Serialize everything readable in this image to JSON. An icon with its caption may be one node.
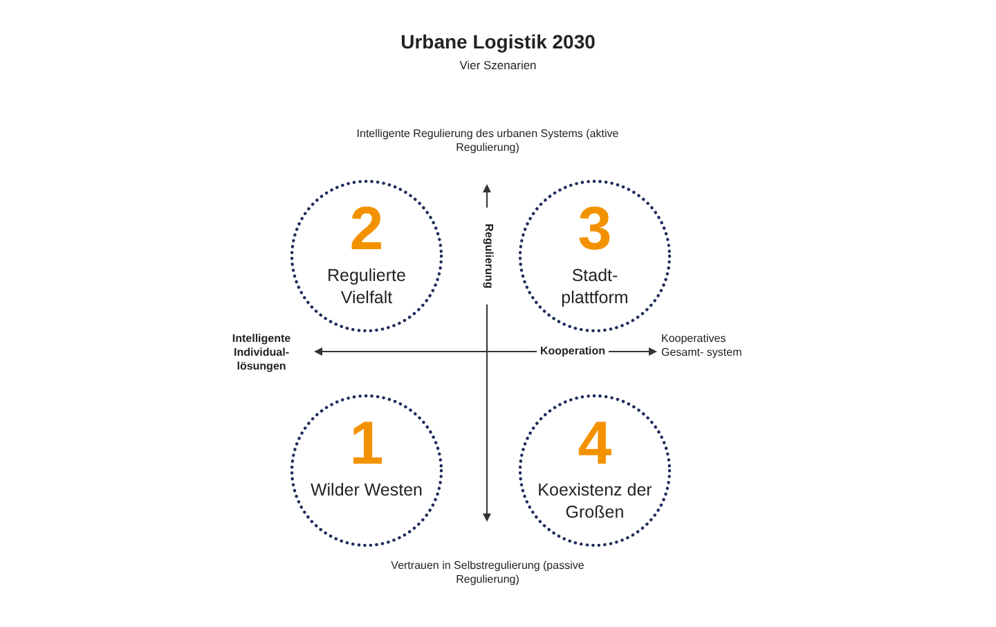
{
  "diagram": {
    "title": "Urbane Logistik 2030",
    "nodes": [
      {
        "text": [
          "2",
          "Regulierte Vielfalt"
        ]
      },
      {
        "text": [
          "3",
          "Stadt- plattform"
        ]
      },
      {
        "text": [
          "1",
          "Wilder Westen"
        ]
      },
      {
        "text": [
          "4",
          "Koexistenz der Großen"
        ]
      }
    ],
    "edges": [],
    "labels": [
      "Vier Szenarien",
      "Intelligente Regulierung des urbanen Systems (aktive Regulierung)",
      "Regulierung",
      "Intelligente Individual- lösungen",
      "Kooperation",
      "Kooperatives Gesamt- system",
      "Vertrauen in Selbstregulierung (passive Regulierung)"
    ]
  }
}
